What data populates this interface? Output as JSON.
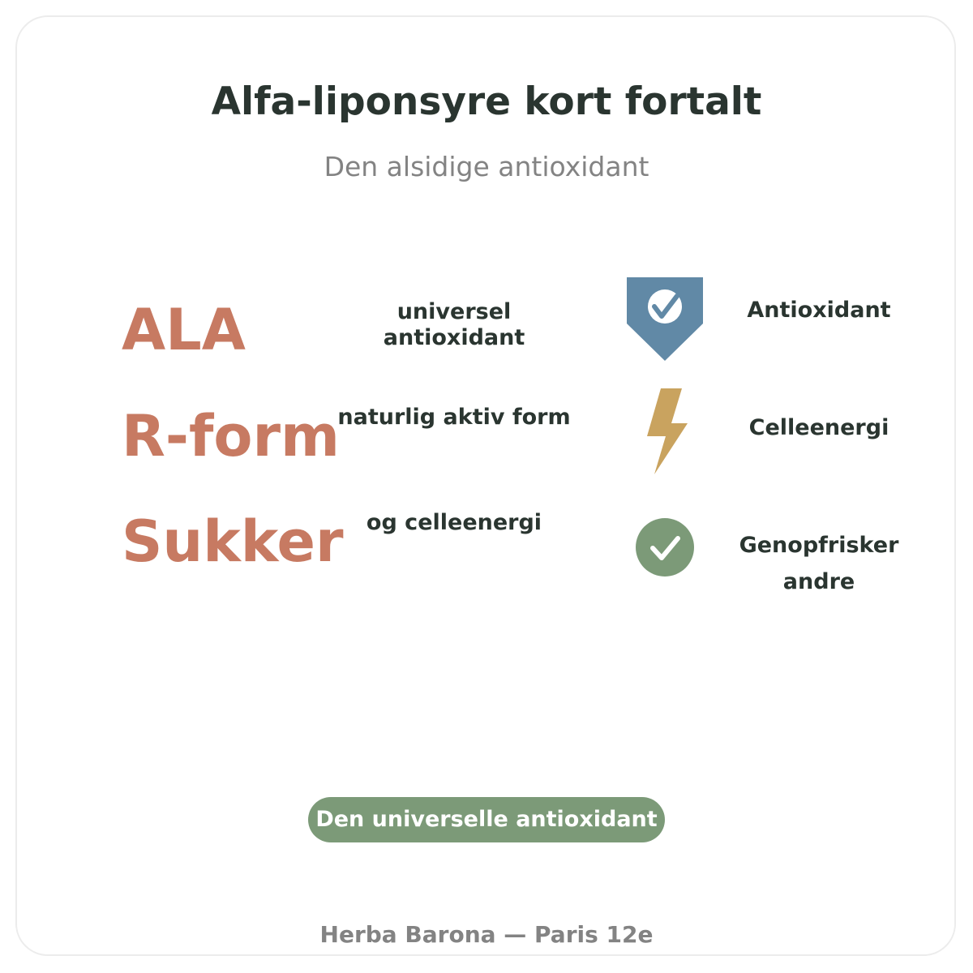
{
  "header": {
    "title": "Alfa-liponsyre kort fortalt",
    "subtitle": "Den alsidige antioxidant"
  },
  "terms": [
    {
      "term": "ALA",
      "description": "universel antioxidant"
    },
    {
      "term": "R-form",
      "description": "naturlig aktiv form"
    },
    {
      "term": "Sukker",
      "description": "og celleenergi"
    }
  ],
  "features": [
    {
      "icon": "shield-check-icon",
      "color": "#6189a6",
      "label": "Antioxidant"
    },
    {
      "icon": "lightning-bolt-icon",
      "color": "#c9a35f",
      "label": "Celleenergi"
    },
    {
      "icon": "checkmark-circle-icon",
      "color": "#7c9a78",
      "label": "Genopfrisker andre"
    }
  ],
  "cta": {
    "label": "Den universelle antioxidant"
  },
  "footer": {
    "text": "Herba Barona — Paris 12e"
  },
  "colors": {
    "accent": "#c77a62",
    "button": "#7c9a78",
    "text": "#2a3530",
    "muted": "#838383"
  }
}
